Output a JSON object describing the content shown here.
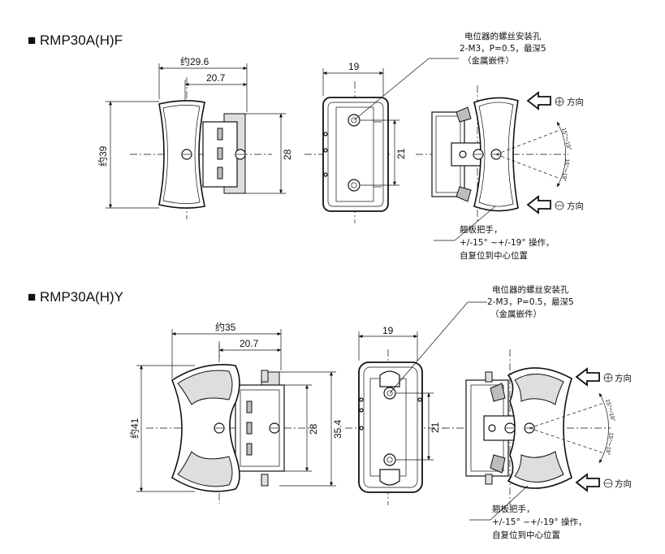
{
  "models": [
    {
      "bullet": "■",
      "title": "RMP30A(H)F",
      "dims": {
        "overall_width": "约29.6",
        "to_center": "20.7",
        "height": "约39",
        "body_height": "28",
        "front_width": "19",
        "hole_pitch": "21"
      },
      "hole_note": [
        "电位器的螺丝安装孔",
        "2-M3，P=0.5，最深5",
        "（金属嵌件）"
      ],
      "plus_dir": "方向",
      "minus_dir": "方向",
      "angle_labels": [
        "15°～19°",
        "15°～19°"
      ],
      "op_note": [
        "翘板把手，",
        "+/-15° ~+/-19° 操作，",
        "自复位到中心位置"
      ]
    },
    {
      "bullet": "■",
      "title": "RMP30A(H)Y",
      "dims": {
        "overall_width": "约35",
        "to_center": "20.7",
        "height": "约41",
        "body_height": "28",
        "outer_height": "35.4",
        "front_width": "19",
        "hole_pitch": "21"
      },
      "hole_note": [
        "电位器的螺丝安装孔",
        "2-M3，P=0.5，最深5",
        "（金属嵌件）"
      ],
      "plus_dir": "方向",
      "minus_dir": "方向",
      "angle_labels": [
        "15°～19°",
        "15°～19°"
      ],
      "op_note": [
        "翘板把手，",
        "+/-15° ~+/-19° 操作，",
        "自复位到中心位置"
      ]
    }
  ]
}
